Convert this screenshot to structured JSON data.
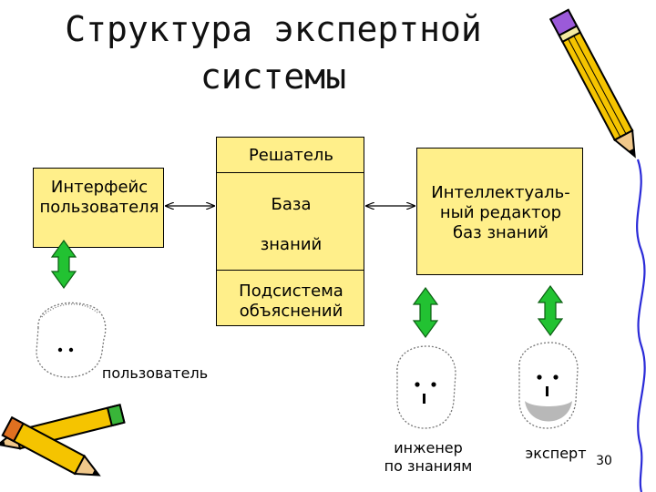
{
  "title": "Структура экспертной\nсистемы",
  "boxes": {
    "interface": "Интерфейс\nпользователя",
    "solver": "Решатель",
    "knowledge_base": "База\n\nзнаний",
    "explanation": "Подсистема\nобъяснений",
    "editor": "Интеллектуаль-\nный редактор\nбаз знаний"
  },
  "people": {
    "user": "пользователь",
    "engineer": "инженер\nпо знаниям",
    "expert": "эксперт"
  },
  "page_number": "30",
  "colors": {
    "box_fill": "#ffef8a",
    "arrow_green": "#22c232",
    "pencil_yellow": "#f5c400"
  }
}
